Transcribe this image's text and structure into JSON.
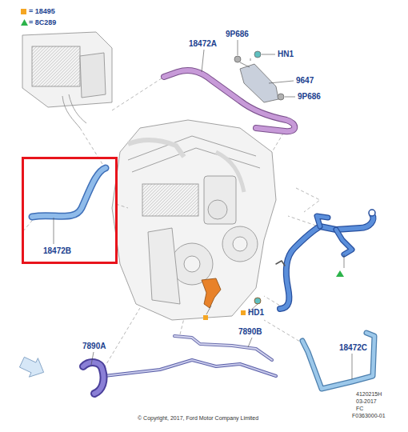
{
  "diagram": {
    "nodes": [
      {
        "text": [
          "18472B"
        ]
      }
    ],
    "edges": [],
    "labels": [
      "18472A",
      "9P686",
      "HN1",
      "9647",
      "9P686",
      "HD1",
      "7890B",
      "7890A",
      "18472C",
      "4120215H",
      "03-2017",
      "FC",
      "F0363000-01",
      "© Copyright, 2017, Ford Motor Company Limited"
    ],
    "legend": [
      {
        "text": "= 18495",
        "color": "#f5a623"
      },
      {
        "text": "= 8C289"
      }
    ]
  }
}
